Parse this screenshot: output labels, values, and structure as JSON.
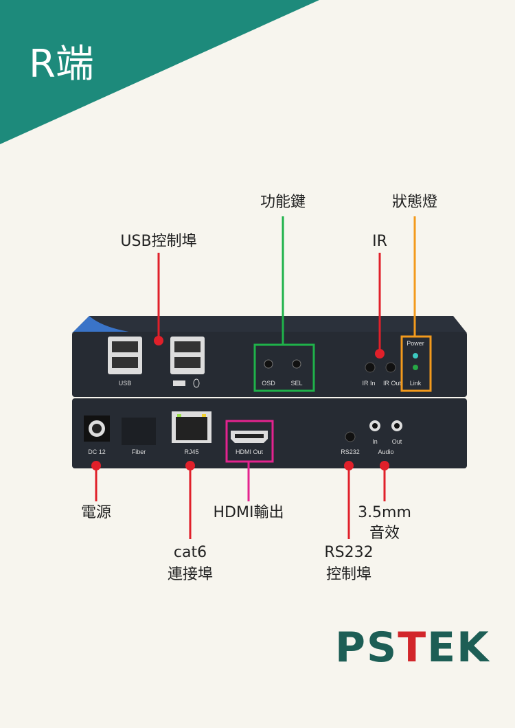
{
  "title": "R端",
  "labels": {
    "function_keys": "功能鍵",
    "status_lights": "狀態燈",
    "usb": "USB控制埠",
    "ir": "IR",
    "power": "電源",
    "hdmi": "HDMI輸出",
    "cat6_1": "cat6",
    "cat6_2": "連接埠",
    "rs232_1": "RS232",
    "rs232_2": "控制埠",
    "audio_1": "3.5mm",
    "audio_2": "音效"
  },
  "panel": {
    "usb": "USB",
    "osd": "OSD",
    "sel": "SEL",
    "ir_in": "IR In",
    "ir_out": "IR Out",
    "power": "Power",
    "link": "Link",
    "dc": "DC 12",
    "fiber": "Fiber",
    "rj45": "RJ45",
    "hdmi_out": "HDMI Out",
    "rs232": "RS232",
    "in": "In",
    "out": "Out",
    "audio": "Audio"
  },
  "logo": {
    "p1": "PS",
    "t": "T",
    "p2": "EK"
  },
  "colors": {
    "teal": "#1d8a7b",
    "red": "#e0202a",
    "green": "#1fb24a",
    "orange": "#f39a1c",
    "magenta": "#e4238f"
  }
}
